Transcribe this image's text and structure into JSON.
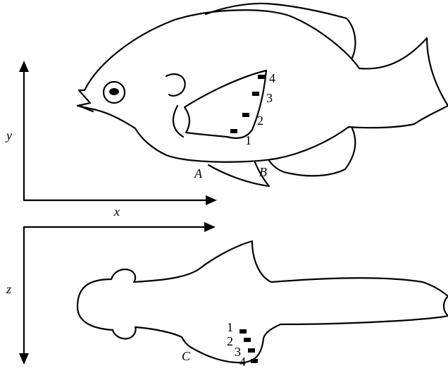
{
  "axes": {
    "x_label": "x",
    "y_label": "y",
    "z_label": "z"
  },
  "fin_labels": {
    "A": "A",
    "B": "B",
    "C": "C"
  },
  "marker_labels": {
    "side": [
      "1",
      "2",
      "3",
      "4"
    ],
    "top": [
      "1",
      "2",
      "3",
      "4"
    ]
  },
  "colors": {
    "ink": "#000000",
    "background": "#ffffff"
  }
}
